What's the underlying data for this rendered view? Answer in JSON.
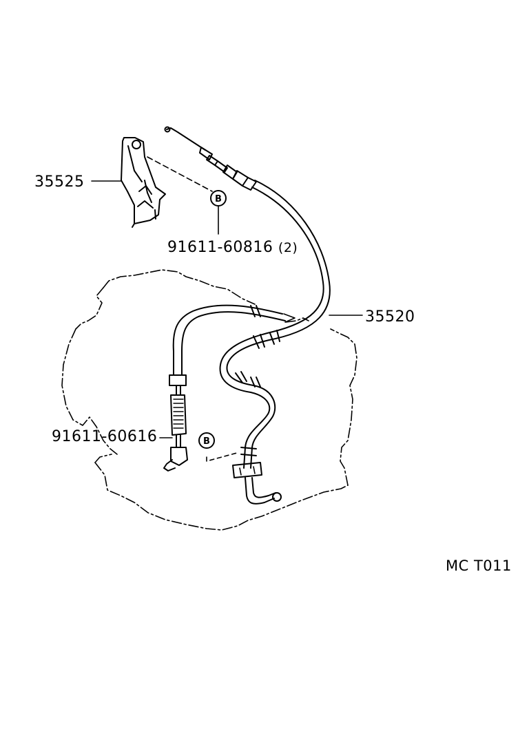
{
  "parts": {
    "bracket": "35525",
    "bolt_upper": "91611-60816",
    "bolt_upper_qty": "(2)",
    "cable": "35520",
    "bolt_lower": "91611-60616"
  },
  "badge_letter": "B",
  "diagram_code": "MC  T011"
}
